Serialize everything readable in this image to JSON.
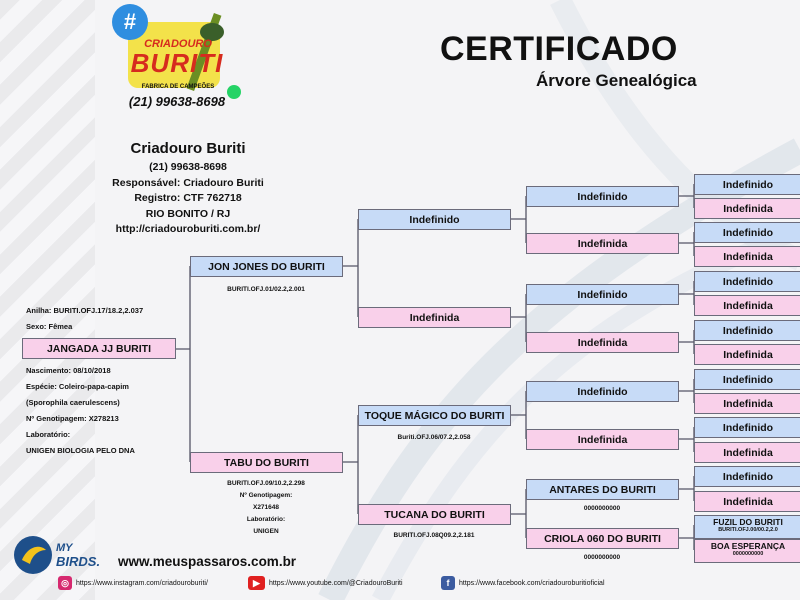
{
  "header": {
    "title": "CERTIFICADO",
    "subtitle": "Árvore Genealógica"
  },
  "logo": {
    "hash": "#",
    "line1": "CRIADOURO",
    "line2": "BURITI",
    "tagline": "FABRICA DE CAMPEÕES",
    "phone": "(21) 99638-8698"
  },
  "breeder": {
    "name": "Criadouro Buriti",
    "phone": "(21) 99638-8698",
    "responsible": "Responsável: Criadouro Buriti",
    "registry": "Registro: CTF 762718",
    "city": "RIO BONITO / RJ",
    "site": "http://criadouroburiti.com.br/"
  },
  "subject": {
    "ring": "Anilha: BURITI.OFJ.17/18.2,2.037",
    "sex": "Sexo: Fêmea",
    "name": "JANGADA JJ BURITI",
    "birth": "Nascimento: 08/10/2018",
    "species": "Espécie: Coleiro-papa-capim",
    "scientific": "(Sporophila caerulescens)",
    "genotyping": "Nº Genotipagem: X278213",
    "lab_label": "Laboratório:",
    "lab": "UNIGEN BIOLOGIA PELO DNA"
  },
  "parents": {
    "father": {
      "name": "JON JONES DO BURITI",
      "ring": "BURITI.OFJ.01/02.2,2.001"
    },
    "mother": {
      "name": "TABU DO BURITI",
      "ring": "BURITI.OFJ.09/10.2,2.298",
      "geno_label": "Nº Genotipagem:",
      "geno": "X271648",
      "lab_label": "Laboratório:",
      "lab": "UNIGEN"
    }
  },
  "grandparents": {
    "ff": "Indefinido",
    "fm": "Indefinida",
    "mf": {
      "name": "TOQUE MÁGICO DO BURITI",
      "ring": "Buriti.OFJ.06/07.2,2.058"
    },
    "mm": {
      "name": "TUCANA DO BURITI",
      "ring": "BURITI.OFJ.08Q09.2,2.181"
    }
  },
  "great_grandparents": [
    {
      "name": "Indefinido"
    },
    {
      "name": "Indefinida"
    },
    {
      "name": "Indefinido"
    },
    {
      "name": "Indefinida"
    },
    {
      "name": "Indefinido"
    },
    {
      "name": "Indefinida"
    },
    {
      "name": "ANTARES DO BURITI",
      "ring": "0000000000"
    },
    {
      "name": "CRIOLA 060 DO BURITI",
      "ring": "0000000000"
    }
  ],
  "gen4": [
    "Indefinido",
    "Indefinida",
    "Indefinido",
    "Indefinida",
    "Indefinido",
    "Indefinida",
    "Indefinido",
    "Indefinida",
    "Indefinido",
    "Indefinida",
    "Indefinido",
    "Indefinida",
    "Indefinido",
    "Indefinida"
  ],
  "gen4_last": [
    {
      "name": "FUZIL DO BURITI",
      "ring": "BURITI.OFJ.00/00.2,2.0"
    },
    {
      "name": "BOA ESPERANÇA",
      "ring": "0000000000"
    }
  ],
  "footer": {
    "brand_top": "MY",
    "brand_bottom": "BIRDS.",
    "url": "www.meuspassaros.com.br",
    "instagram": "https://www.instagram.com/criadouroburiti/",
    "youtube": "https://www.youtube.com/@CriadouroBuriti",
    "facebook": "https://www.facebook.com/criadouroburitioficial"
  },
  "colors": {
    "male": "#c7dbf7",
    "female": "#f9d0ea",
    "line": "#555566"
  }
}
